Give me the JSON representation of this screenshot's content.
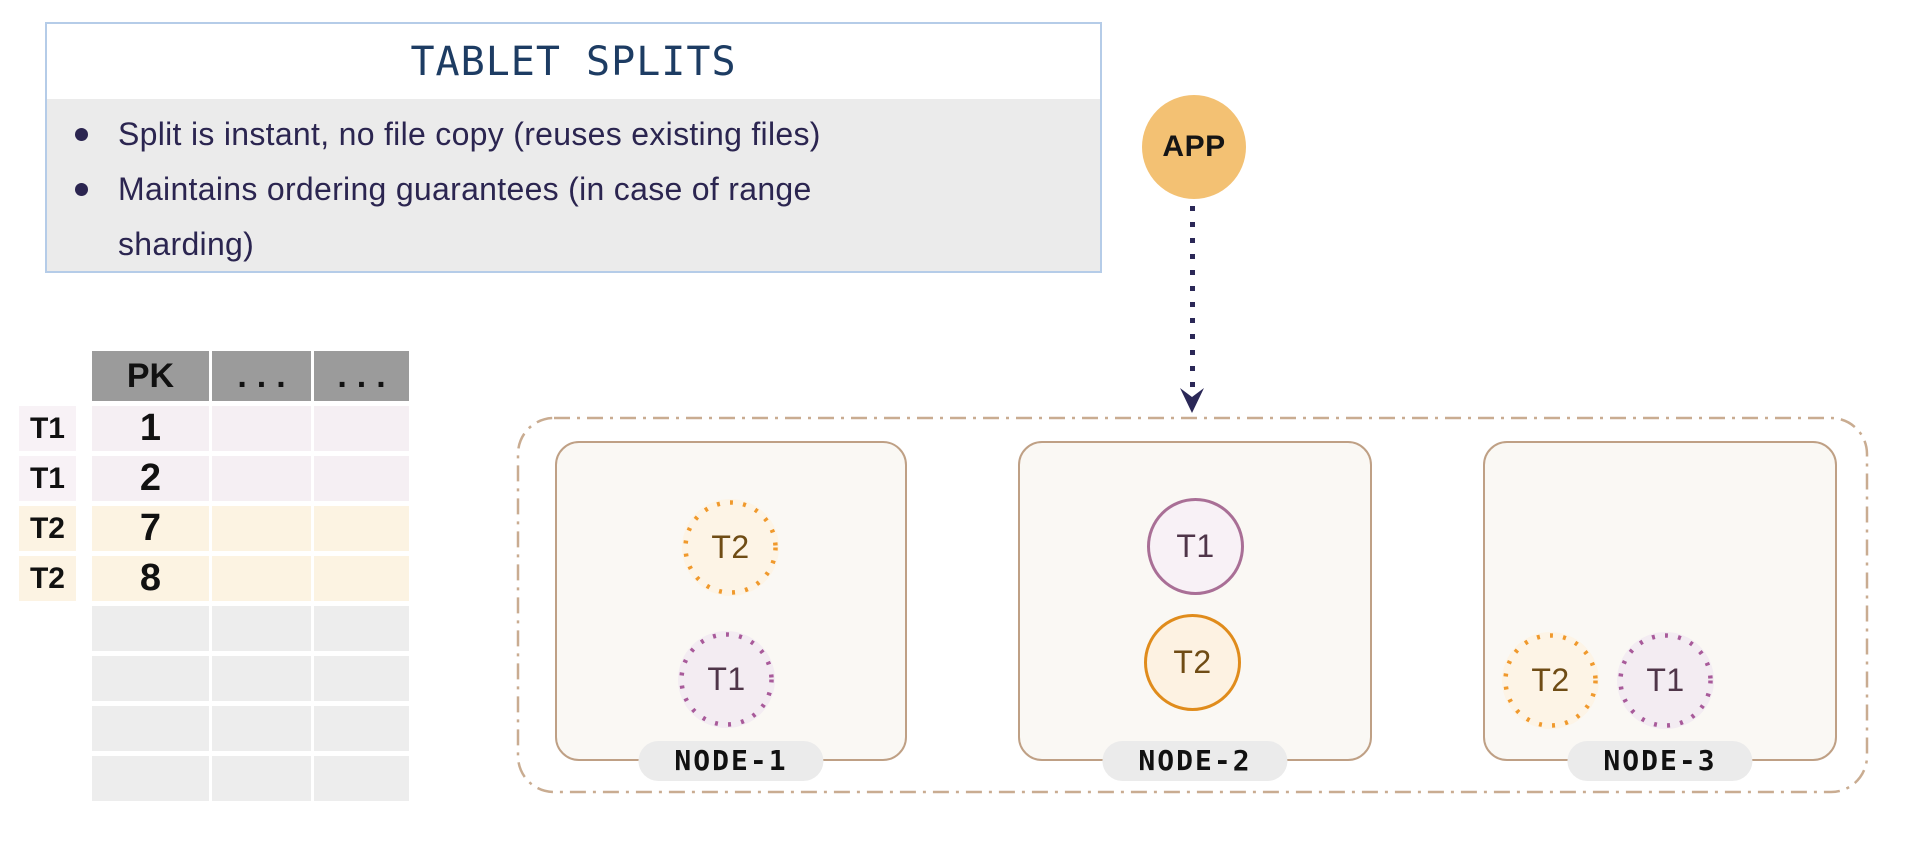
{
  "panel": {
    "title": "TABLET SPLITS",
    "bullets": [
      "Split is instant, no file copy (reuses existing files)",
      "Maintains ordering guarantees (in case of range\nsharding)"
    ]
  },
  "table": {
    "headers": [
      "PK",
      "...",
      "..."
    ],
    "row_labels": [
      "T1",
      "T1",
      "T2",
      "T2"
    ],
    "rows": [
      {
        "pk": "1"
      },
      {
        "pk": "2"
      },
      {
        "pk": "7"
      },
      {
        "pk": "8"
      }
    ],
    "empty_row_count": 4
  },
  "app": {
    "label": "APP"
  },
  "cluster": {
    "nodes": [
      {
        "label": "NODE-1",
        "tablets": [
          {
            "label": "T2",
            "style": "dotted",
            "color": "orange"
          },
          {
            "label": "T1",
            "style": "dotted",
            "color": "purple"
          }
        ]
      },
      {
        "label": "NODE-2",
        "tablets": [
          {
            "label": "T1",
            "style": "solid",
            "color": "purple"
          },
          {
            "label": "T2",
            "style": "solid",
            "color": "orange"
          }
        ]
      },
      {
        "label": "NODE-3",
        "tablets": [
          {
            "label": "T2",
            "style": "dotted",
            "color": "orange"
          },
          {
            "label": "T1",
            "style": "dotted",
            "color": "purple"
          }
        ]
      }
    ]
  },
  "colors": {
    "navy_text": "#2b2550",
    "title_blue": "#1d3c63",
    "panel_border": "#b5cce8",
    "app_fill": "#f3c173",
    "orange_solid": "#e08c1c",
    "orange_dotted": "#f0992c",
    "orange_fill": "#fdf3e3",
    "purple_solid": "#a96f96",
    "purple_dotted": "#a85a9a",
    "purple_fill": "#f3ecf2",
    "node_border": "#bfa085",
    "cluster_border": "#c9ac91",
    "header_gray": "#9b9b9b",
    "empty_row_gray": "#ededed"
  }
}
